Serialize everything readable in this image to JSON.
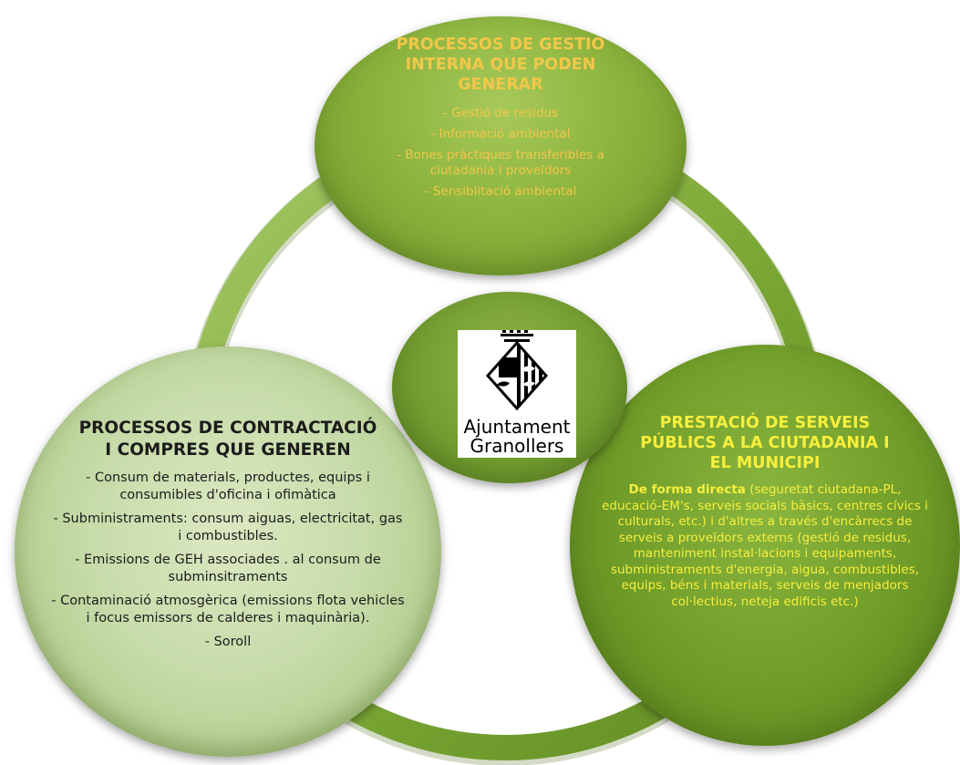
{
  "top": {
    "title": [
      "PROCESSOS DE GESTIÓ",
      "INTERNA QUE PODEN",
      "GENERAR"
    ],
    "items": [
      "- Gestió de residus",
      "-  Informació ambiental",
      "- Bones pràctiques transferibles a ciutadania i proveïdors",
      "- Sensiblitació ambiental"
    ]
  },
  "left": {
    "title": [
      "PROCESSOS DE CONTRACTACIÓ",
      "I COMPRES QUE GENEREN"
    ],
    "items": [
      "- Consum de materials, productes, equips i consumibles d'oficina i ofimàtica",
      "- Subministraments: consum aiguas, electricitat,  gas i combustibles.",
      "- Emissions de GEH associades . al consum de subminsitraments",
      "- Contaminació atmosgèrica (emissions flota vehicles i focus emissors de calderes i maquinària).",
      "- Soroll"
    ]
  },
  "right": {
    "title": [
      "PRESTACIÓ DE SERVEIS",
      "PÚBLICS A LA CIUTADANIA I",
      "EL MUNICIPI"
    ],
    "body_bold": "De forma directa",
    "body_rest": " (seguretat ciutadana-PL, educació-EM's, serveis socials bàsics, centres cívics i culturals, etc.)  i d'altres a través d'encàrrecs de serveis a proveïdors externs (gestió de residus, manteniment instal·lacions i equipaments, subministraments d'energia, aigua, combustibles, equips, béns  i materials, serveis de menjadors col·lectius, neteja edificis etc.)"
  },
  "logo": {
    "line1": "Ajuntament",
    "line2": "Granollers"
  }
}
